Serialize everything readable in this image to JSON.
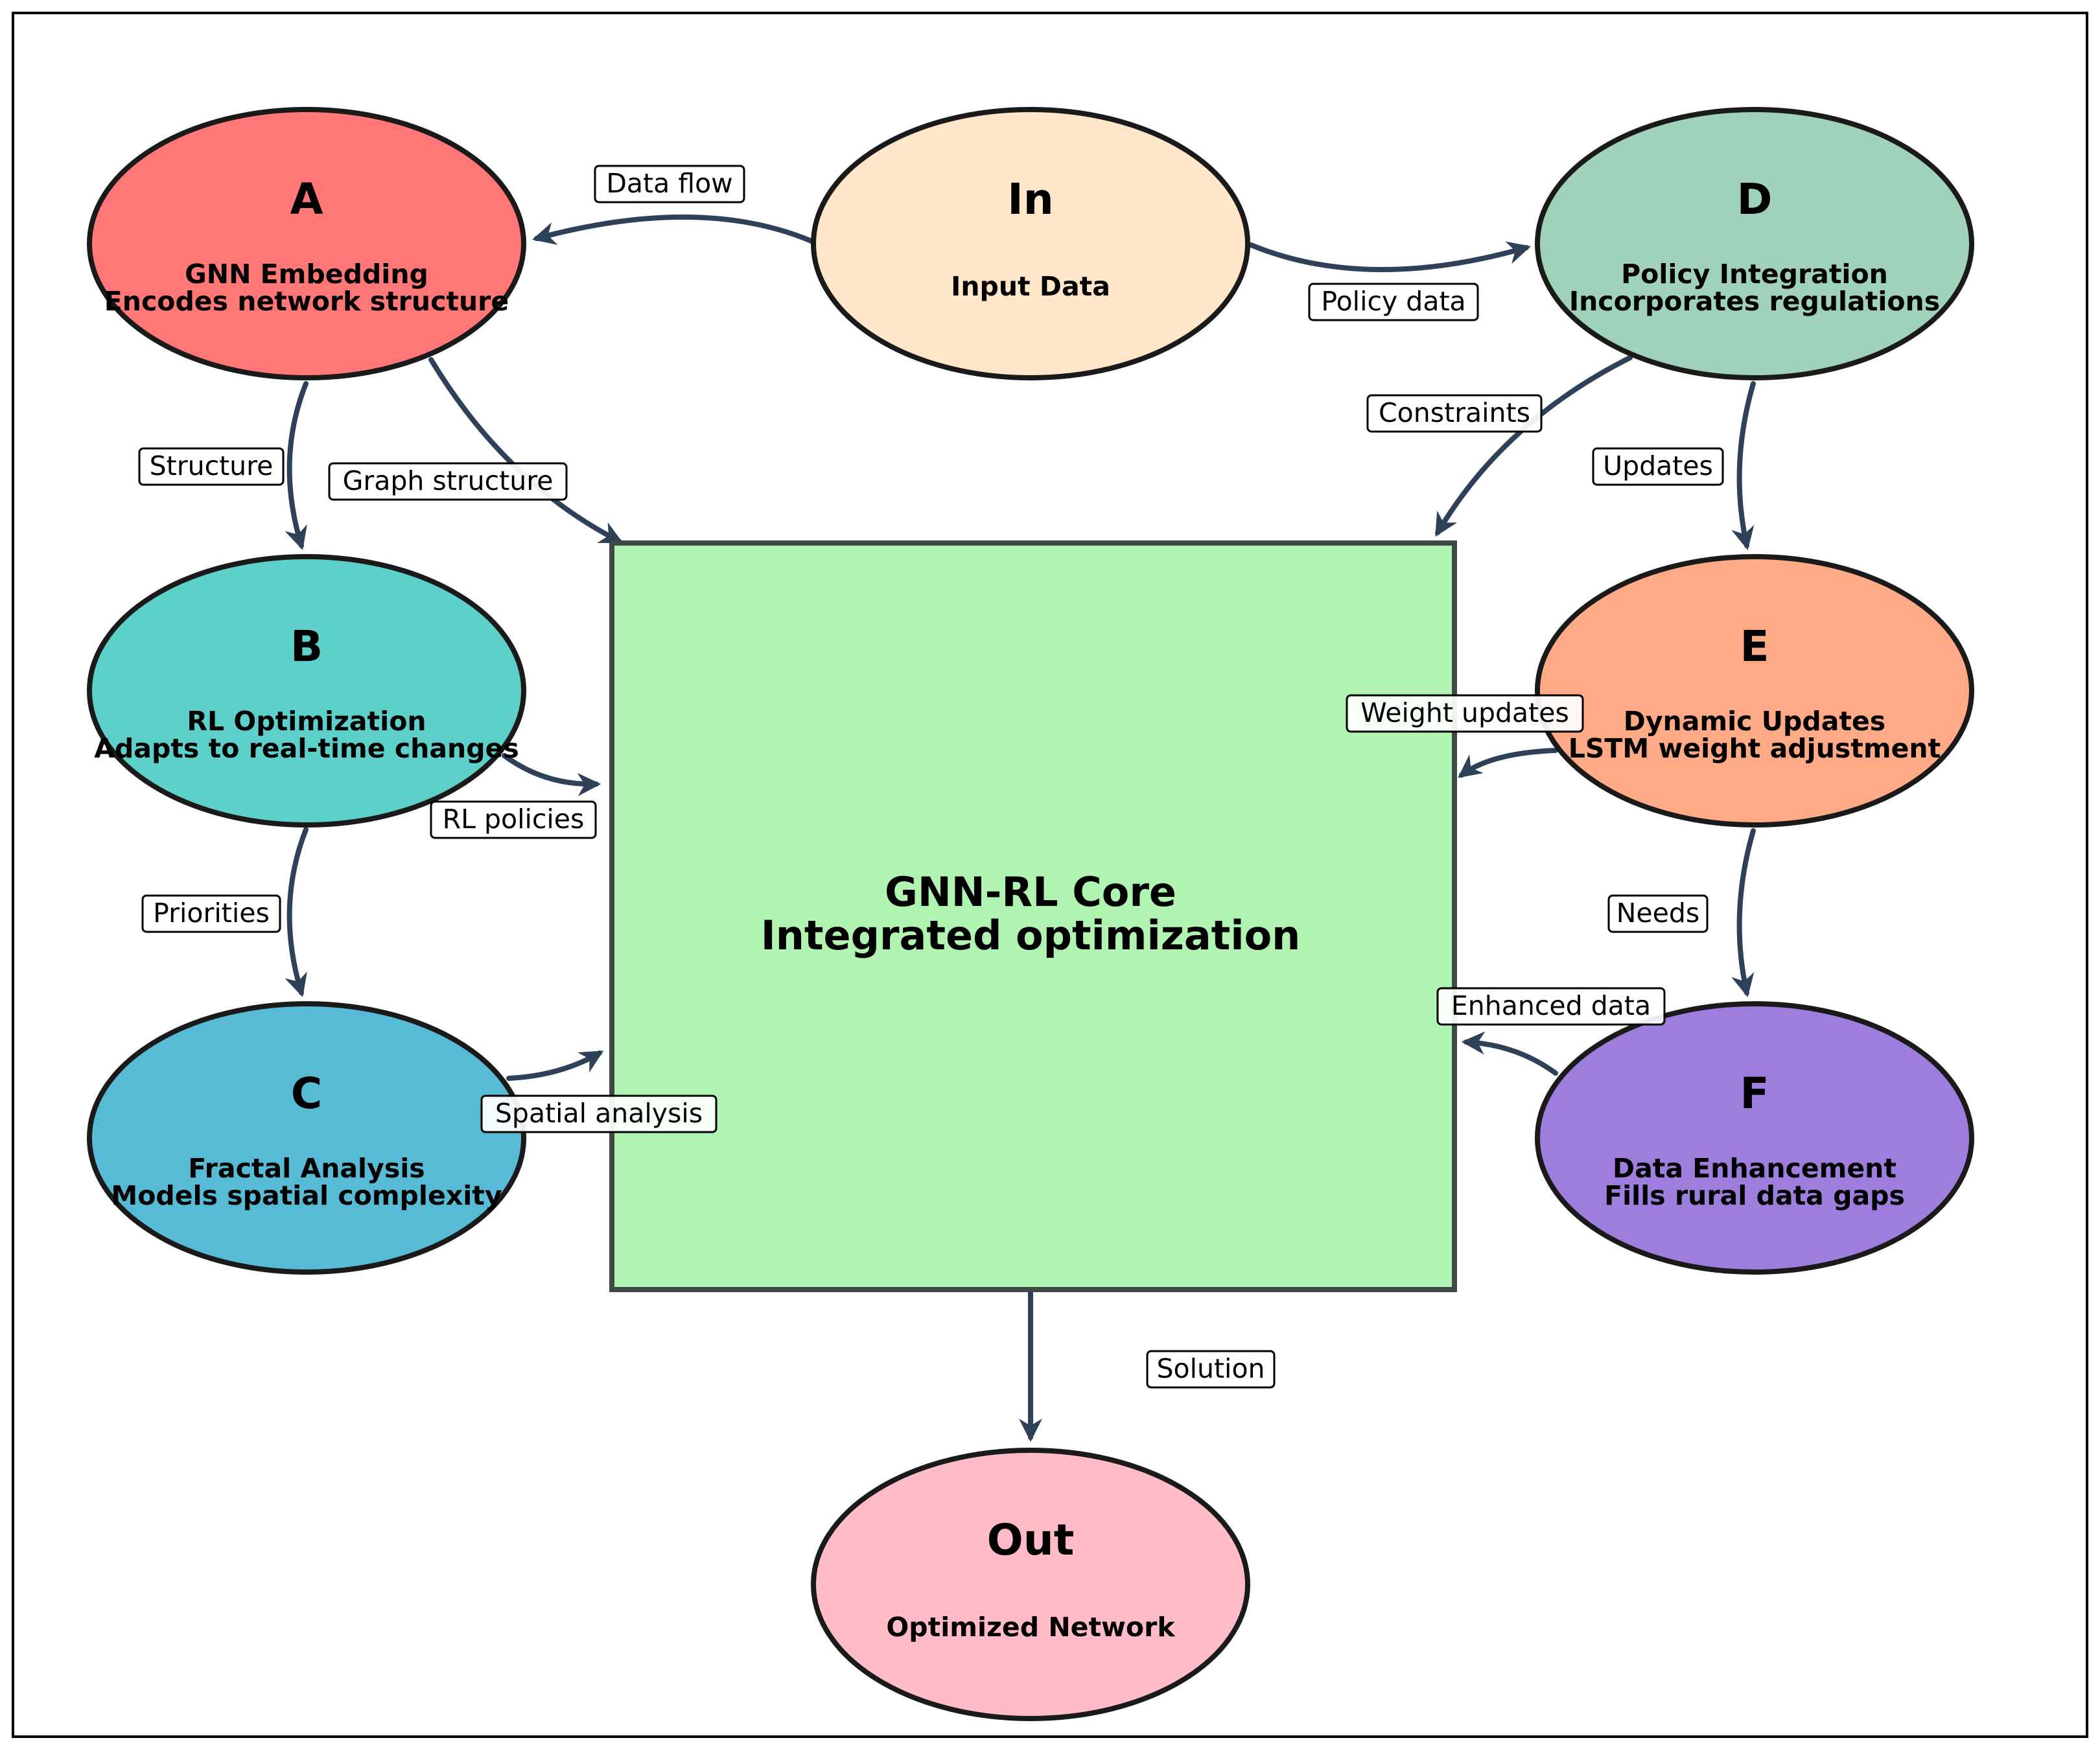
{
  "colors": {
    "edge": "#2e4159",
    "node_outline": "#1a1a1a",
    "core_outline": "#3f4a45",
    "frame": "#000000"
  },
  "core": {
    "line1": "GNN-RL Core",
    "line2": "Integrated optimization",
    "fill": "#b1f4b1"
  },
  "nodes": [
    {
      "id": "A",
      "title": "A",
      "line1": "GNN Embedding",
      "line2": "Encodes network structure",
      "fill": "#ff7776"
    },
    {
      "id": "In",
      "title": "In",
      "line1": "Input Data",
      "line2": "",
      "fill": "#ffe6c8"
    },
    {
      "id": "D",
      "title": "D",
      "line1": "Policy Integration",
      "line2": "Incorporates regulations",
      "fill": "#a0d1ba"
    },
    {
      "id": "B",
      "title": "B",
      "line1": "RL Optimization",
      "line2": "Adapts to real-time changes",
      "fill": "#5dd1c9"
    },
    {
      "id": "E",
      "title": "E",
      "line1": "Dynamic Updates",
      "line2": "LSTM weight adjustment",
      "fill": "#ffaa86"
    },
    {
      "id": "C",
      "title": "C",
      "line1": "Fractal Analysis",
      "line2": "Models spatial complexity",
      "fill": "#57bbd6"
    },
    {
      "id": "F",
      "title": "F",
      "line1": "Data Enhancement",
      "line2": "Fills rural data gaps",
      "fill": "#9e7ddc"
    },
    {
      "id": "Out",
      "title": "Out",
      "line1": "Optimized Network",
      "line2": "",
      "fill": "#ffbcc6"
    }
  ],
  "edges": [
    {
      "from": "In",
      "to": "A",
      "label": "Data flow"
    },
    {
      "from": "In",
      "to": "D",
      "label": "Policy data"
    },
    {
      "from": "A",
      "to": "B",
      "label": "Structure"
    },
    {
      "from": "A",
      "to": "Core",
      "label": "Graph structure"
    },
    {
      "from": "D",
      "to": "Core",
      "label": "Constraints"
    },
    {
      "from": "D",
      "to": "E",
      "label": "Updates"
    },
    {
      "from": "B",
      "to": "Core",
      "label": "RL policies"
    },
    {
      "from": "E",
      "to": "Core",
      "label": "Weight updates"
    },
    {
      "from": "B",
      "to": "C",
      "label": "Priorities"
    },
    {
      "from": "E",
      "to": "F",
      "label": "Needs"
    },
    {
      "from": "C",
      "to": "Core",
      "label": "Spatial analysis"
    },
    {
      "from": "F",
      "to": "Core",
      "label": "Enhanced data"
    },
    {
      "from": "Core",
      "to": "Out",
      "label": "Solution"
    }
  ]
}
